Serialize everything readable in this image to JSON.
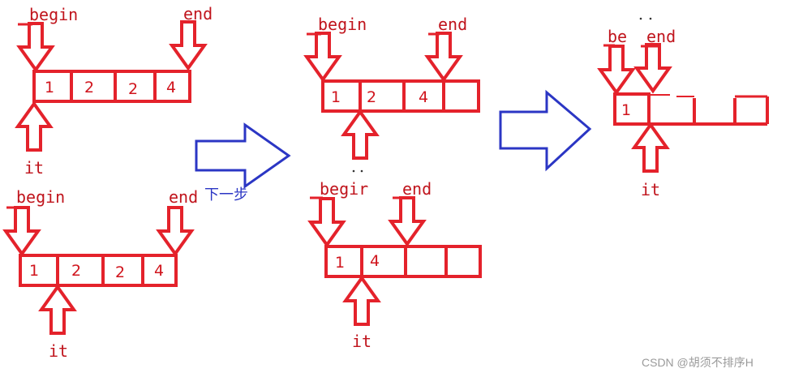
{
  "colors": {
    "red": "#e4222b",
    "blue": "#2b36c4",
    "watermark": "#9a9a9a"
  },
  "labels": {
    "begin": "begin",
    "end": "end",
    "it": "it",
    "be": "be",
    "begir": "begir",
    "next_step": "下一步"
  },
  "panels": {
    "a": {
      "cells": [
        "1",
        "2",
        "2",
        "4"
      ]
    },
    "b": {
      "cells": [
        "1",
        "2",
        "2",
        "4"
      ]
    },
    "c": {
      "cells": [
        "1",
        "2",
        "4",
        ""
      ]
    },
    "d": {
      "cells": [
        "1",
        "4",
        "",
        ""
      ]
    },
    "e": {
      "cells": [
        "1",
        "",
        "",
        ""
      ]
    }
  },
  "watermark": "CSDN @胡须不排序H"
}
